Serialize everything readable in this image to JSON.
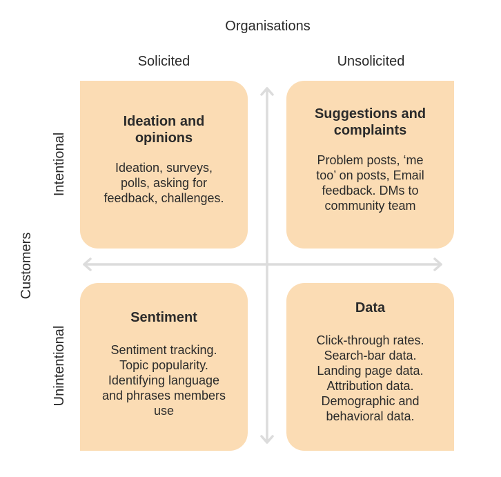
{
  "axes": {
    "top": "Organisations",
    "left": "Customers"
  },
  "columns": {
    "left": "Solicited",
    "right": "Unsolicited"
  },
  "rows": {
    "top": "Intentional",
    "bottom": "Unintentional"
  },
  "quadrants": {
    "top_left": {
      "title": "Ideation and\nopinions",
      "body": "Ideation, surveys,\npolls, asking for\nfeedback, challenges."
    },
    "top_right": {
      "title": "Suggestions and\ncomplaints",
      "body": "Problem posts, ‘me\ntoo’ on posts, Email\nfeedback. DMs to\ncommunity team"
    },
    "bottom_left": {
      "title": "Sentiment",
      "body": "Sentiment tracking.\nTopic popularity.\nIdentifying language\nand phrases members\nuse"
    },
    "bottom_right": {
      "title": "Data",
      "body": "Click-through rates.\nSearch-bar data.\nLanding page data.\nAttribution data.\nDemographic and\nbehavioral data."
    }
  },
  "colors": {
    "quadrant_fill": "#fbdcb4",
    "arrow": "#dcdcdc",
    "text": "#2a2a2a"
  }
}
